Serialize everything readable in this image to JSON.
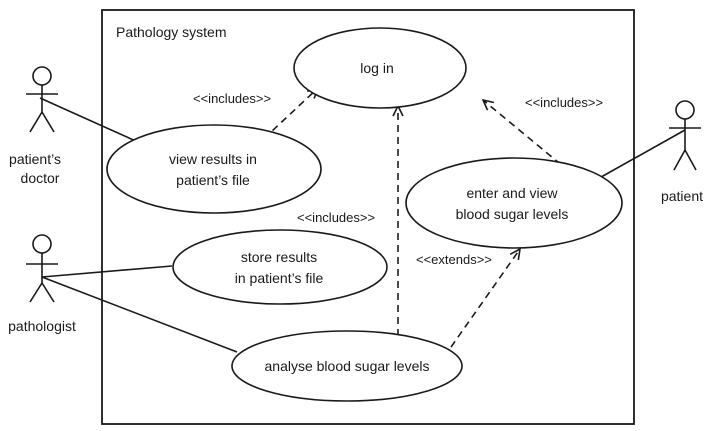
{
  "system": {
    "title": "Pathology system"
  },
  "actors": {
    "doctor": {
      "line1": "patient’s",
      "line2": "doctor"
    },
    "pathologist": {
      "label": "pathologist"
    },
    "patient": {
      "label": "patient"
    }
  },
  "use_cases": {
    "login": {
      "label": "log in"
    },
    "view_results": {
      "line1": "view results in",
      "line2": "patient’s file"
    },
    "enter_view": {
      "line1": "enter and view",
      "line2": "blood sugar levels"
    },
    "store_results": {
      "line1": "store results",
      "line2": "in patient’s file"
    },
    "analyse": {
      "label": "analyse blood sugar levels"
    }
  },
  "relations": {
    "includes_view": "<<includes>>",
    "includes_enter": "<<includes>>",
    "includes_analyse": "<<includes>>",
    "extends_analyse": "<<extends>>"
  },
  "colors": {
    "stroke": "#1a1a1a",
    "background": "#ffffff"
  }
}
